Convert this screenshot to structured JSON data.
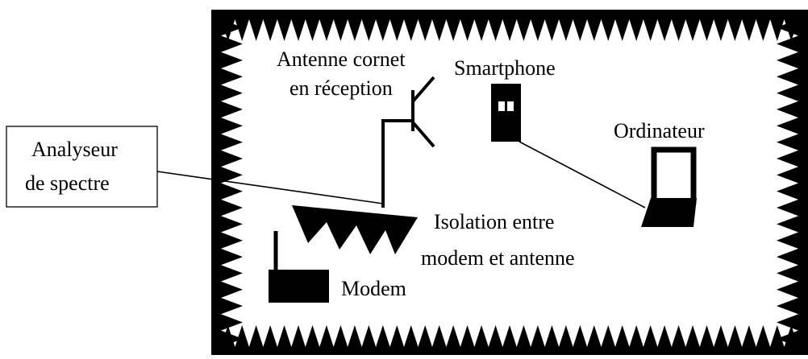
{
  "labels": {
    "antenna_line1": "Antenne cornet",
    "antenna_line2": "en réception",
    "smartphone": "Smartphone",
    "computer": "Ordinateur",
    "analyzer_line1": "Analyseur",
    "analyzer_line2": "de spectre",
    "isolation_line1": "Isolation entre",
    "isolation_line2": "modem et antenne",
    "modem": "Modem"
  },
  "colors": {
    "ink": "#000000",
    "background": "#ffffff"
  }
}
